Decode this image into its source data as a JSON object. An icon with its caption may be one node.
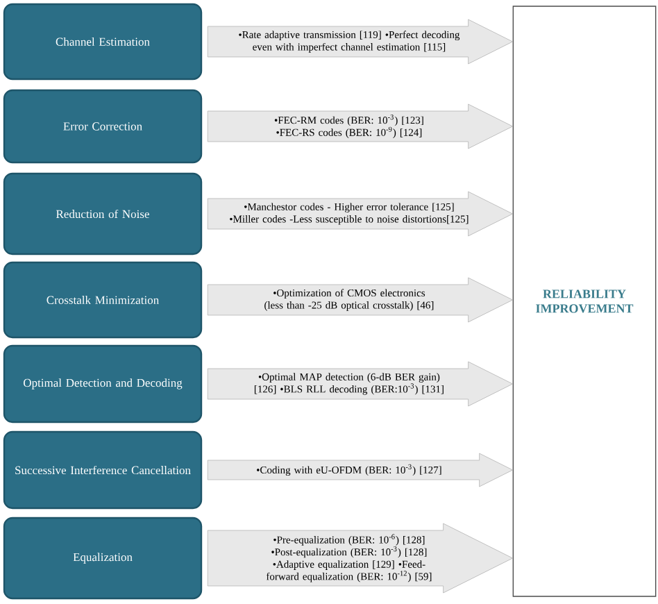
{
  "diagram": {
    "nodes": [
      {
        "text": [
          "Channel Estimation"
        ]
      },
      {
        "text": [
          "Error Correction"
        ]
      },
      {
        "text": [
          "Reduction of Noise"
        ]
      },
      {
        "text": [
          "Crosstalk Minimization"
        ]
      },
      {
        "text": [
          "Optimal Detection and Decoding"
        ]
      },
      {
        "text": [
          "Successive Interference Cancellation"
        ]
      },
      {
        "text": [
          "Equalization"
        ]
      },
      {
        "text": [
          "RELIABILITY IMPROVEMENT"
        ]
      }
    ],
    "edges": [
      {
        "from": 0,
        "to": 7,
        "arrow": "to",
        "label": "•Rate adaptive transmission [119] •Perfect decoding even with imperfect channel estimation [115]"
      },
      {
        "from": 1,
        "to": 7,
        "arrow": "to",
        "label": "•FEC-RM codes (BER: 10$^{-3}$) [123] •FEC-RS codes (BER: 10$^{-9}$) [124]"
      },
      {
        "from": 2,
        "to": 7,
        "arrow": "to",
        "label": "•Manchestor codes - Higher error tolerance [125] •Miller codes -Less susceptible to noise distortions[125]"
      },
      {
        "from": 3,
        "to": 7,
        "arrow": "to",
        "label": "•Optimization of CMOS electronics (less than -25 dB optical crosstalk) [46]"
      },
      {
        "from": 4,
        "to": 7,
        "arrow": "to",
        "label": "•Optimal MAP detection (6-dB BER gain) [126] •BLS RLL decoding (BER:10$^{-3}$) [131]"
      },
      {
        "from": 5,
        "to": 7,
        "arrow": "to",
        "label": "•Coding with eU-OFDM (BER: 10$^{-3}$) [127]"
      },
      {
        "from": 6,
        "to": 7,
        "arrow": "to",
        "label": "•Pre-equalization (BER: 10$^{-6}$) [128] •Post-equalization (BER: 10$^{-3}$) [128] •Adaptive equalization [129] •Feed-forward equalization (BER: 10$^{-12}$) [59]"
      }
    ]
  }
}
